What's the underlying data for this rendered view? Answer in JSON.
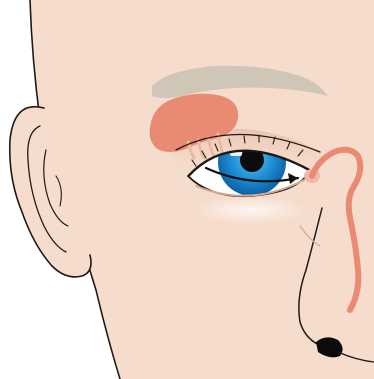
{
  "figure": {
    "labels": [],
    "colors": {
      "background": "#ffffff",
      "skin": "#f6dccc",
      "skin_shadow": "#ecc3ae",
      "outline": "#1f1a17",
      "eyebrow": "#cfc6b8",
      "lacrimal_gland": "#e98a72",
      "lacrimal_duct": "#e98a72",
      "punctum": "#f3b6ab",
      "iris": "#1e8fd6",
      "iris_dark": "#0b5fa0",
      "pupil": "#0c0c0c",
      "sclera": "#ffffff",
      "tear_flow_arrow": "#0f0f0f"
    },
    "icons": [
      "face-outline",
      "ear",
      "eyebrow",
      "lacrimal-gland",
      "eye",
      "tear-flow-arrow",
      "lacrimal-duct",
      "nose"
    ]
  }
}
